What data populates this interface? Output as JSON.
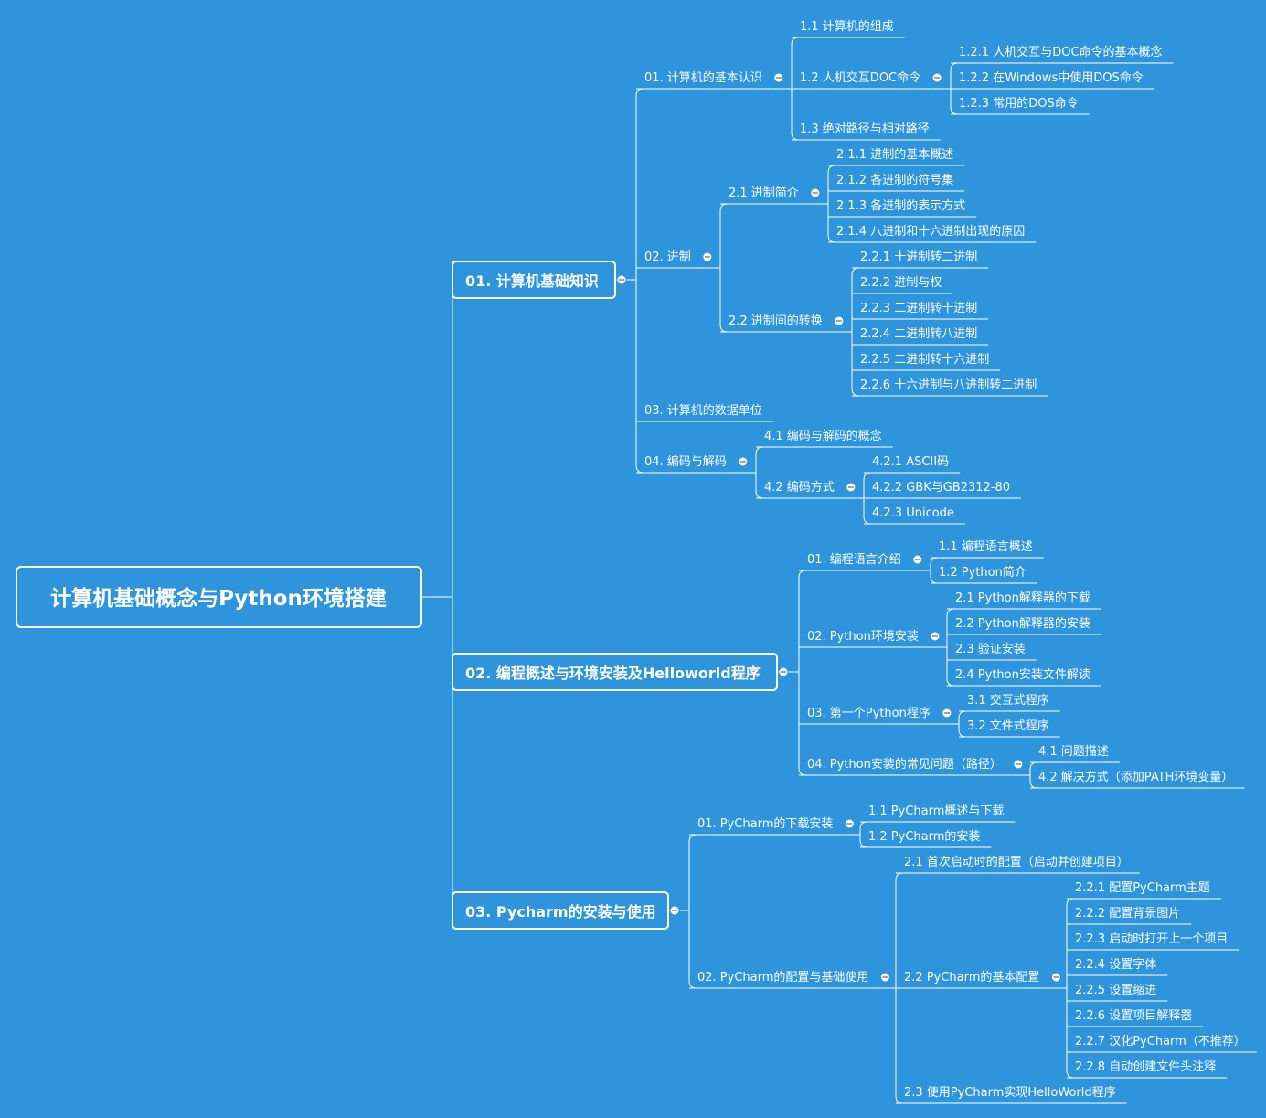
{
  "root": {
    "label": "计算机基础概念与Python环境搭建",
    "children": [
      {
        "label": "01. 计算机基础知识",
        "children": [
          {
            "label": "01. 计算机的基本认识",
            "children": [
              {
                "label": "1.1 计算机的组成"
              },
              {
                "label": "1.2 人机交互DOC命令",
                "children": [
                  {
                    "label": "1.2.1 人机交互与DOC命令的基本概念"
                  },
                  {
                    "label": "1.2.2 在Windows中使用DOS命令"
                  },
                  {
                    "label": "1.2.3 常用的DOS命令"
                  }
                ]
              },
              {
                "label": "1.3 绝对路径与相对路径"
              }
            ]
          },
          {
            "label": "02. 进制",
            "children": [
              {
                "label": "2.1 进制简介",
                "children": [
                  {
                    "label": "2.1.1 进制的基本概述"
                  },
                  {
                    "label": "2.1.2 各进制的符号集"
                  },
                  {
                    "label": "2.1.3 各进制的表示方式"
                  },
                  {
                    "label": "2.1.4 八进制和十六进制出现的原因"
                  }
                ]
              },
              {
                "label": "2.2 进制间的转换",
                "children": [
                  {
                    "label": "2.2.1 十进制转二进制"
                  },
                  {
                    "label": "2.2.2 进制与权"
                  },
                  {
                    "label": "2.2.3 二进制转十进制"
                  },
                  {
                    "label": "2.2.4 二进制转八进制"
                  },
                  {
                    "label": "2.2.5 二进制转十六进制"
                  },
                  {
                    "label": "2.2.6 十六进制与八进制转二进制"
                  }
                ]
              }
            ]
          },
          {
            "label": "03. 计算机的数据单位"
          },
          {
            "label": "04. 编码与解码",
            "children": [
              {
                "label": "4.1 编码与解码的概念"
              },
              {
                "label": "4.2 编码方式",
                "children": [
                  {
                    "label": "4.2.1 ASCII码"
                  },
                  {
                    "label": "4.2.2 GBK与GB2312-80"
                  },
                  {
                    "label": "4.2.3 Unicode"
                  }
                ]
              }
            ]
          }
        ]
      },
      {
        "label": "02. 编程概述与环境安装及Helloworld程序",
        "children": [
          {
            "label": "01. 编程语言介绍",
            "children": [
              {
                "label": "1.1 编程语言概述"
              },
              {
                "label": "1.2 Python简介"
              }
            ]
          },
          {
            "label": "02. Python环境安装",
            "children": [
              {
                "label": "2.1 Python解释器的下载"
              },
              {
                "label": "2.2 Python解释器的安装"
              },
              {
                "label": "2.3 验证安装"
              },
              {
                "label": "2.4 Python安装文件解读"
              }
            ]
          },
          {
            "label": "03. 第一个Python程序",
            "children": [
              {
                "label": "3.1 交互式程序"
              },
              {
                "label": "3.2 文件式程序"
              }
            ]
          },
          {
            "label": "04. Python安装的常见问题（路径）",
            "children": [
              {
                "label": "4.1 问题描述"
              },
              {
                "label": "4.2 解决方式（添加PATH环境变量）"
              }
            ]
          }
        ]
      },
      {
        "label": "03. Pycharm的安装与使用",
        "children": [
          {
            "label": "01. PyCharm的下载安装",
            "children": [
              {
                "label": "1.1 PyCharm概述与下载"
              },
              {
                "label": "1.2 PyCharm的安装"
              }
            ]
          },
          {
            "label": "02. PyCharm的配置与基础使用",
            "children": [
              {
                "label": "2.1 首次启动时的配置（启动并创建项目）"
              },
              {
                "label": "2.2 PyCharm的基本配置",
                "children": [
                  {
                    "label": "2.2.1 配置PyCharm主题"
                  },
                  {
                    "label": "2.2.2 配置背景图片"
                  },
                  {
                    "label": "2.2.3 启动时打开上一个项目"
                  },
                  {
                    "label": "2.2.4 设置字体"
                  },
                  {
                    "label": "2.2.5 设置缩进"
                  },
                  {
                    "label": "2.2.6 设置项目解释器"
                  },
                  {
                    "label": "2.2.7 汉化PyCharm（不推荐）"
                  },
                  {
                    "label": "2.2.8 自动创建文件头注释"
                  }
                ]
              },
              {
                "label": "2.3 使用PyCharm实现HelloWorld程序"
              }
            ]
          }
        ]
      }
    ]
  }
}
